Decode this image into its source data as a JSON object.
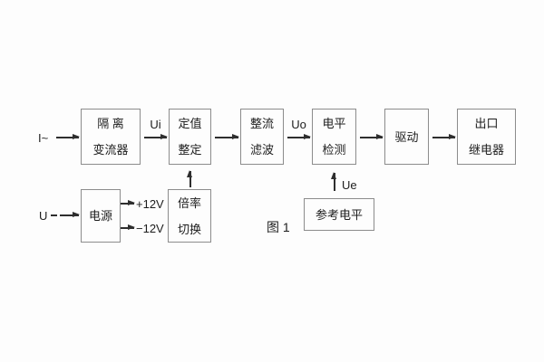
{
  "figure": {
    "caption": "图 1"
  },
  "palette": {
    "background": "#fdfdfd",
    "box_border": "#8c8c8c",
    "line_color": "#2e2e2e",
    "text_color": "#1d1d1d"
  },
  "diagram": {
    "inputs": {
      "current": "I~",
      "voltage": "U"
    },
    "blocks": {
      "isolation_converter": {
        "line1": "隔 离",
        "line2": "变流器"
      },
      "setting_adjust": {
        "line1": "定值",
        "line2": "整定"
      },
      "rectifier_filter": {
        "line1": "整流",
        "line2": "滤波"
      },
      "level_detect": {
        "line1": "电平",
        "line2": "检测"
      },
      "driver": {
        "line1": "驱动"
      },
      "output_relay": {
        "line1": "出口",
        "line2": "继电器"
      },
      "power_supply": {
        "line1": "电源"
      },
      "ratio_switch": {
        "line1": "倍率",
        "line2": "切换"
      },
      "reference_level": {
        "line1": "参考电平"
      }
    },
    "signals": {
      "ui": "Ui",
      "uo": "Uo",
      "ue": "Ue",
      "plus12v": "+12V",
      "minus12v": "−12V"
    }
  }
}
